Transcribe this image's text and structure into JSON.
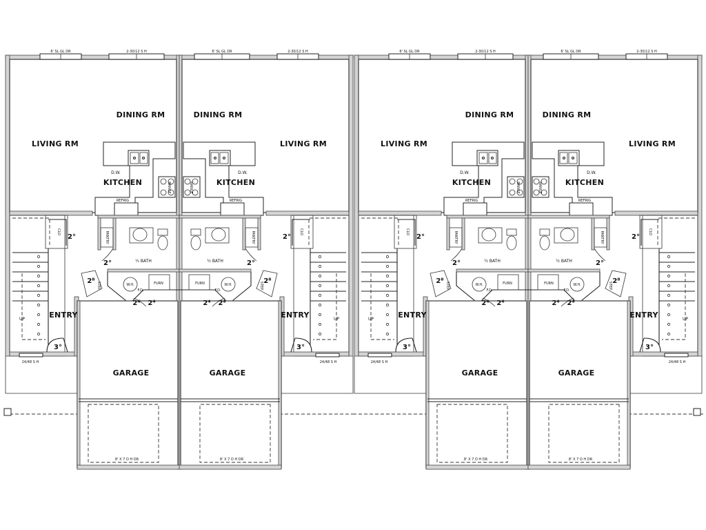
{
  "units": [
    {
      "living": "LIVING RM",
      "dining": "DINING RM",
      "kitchen": "KITCHEN",
      "dw": "D.W.",
      "range": "RANGE",
      "refrig": "REFRIG",
      "pantry": "PANTRY",
      "bath": "½ BATH",
      "entry": "ENTRY",
      "garage": "GARAGE",
      "clo": "CLO",
      "up": "UP",
      "step": "STEP",
      "whh": "W.H.",
      "furn": "FURN",
      "fd": "F.D.",
      "door_3": "3°",
      "door_2a": "2°",
      "door_2b": "2°",
      "door_2c": "2⁴",
      "door_2d": "2⁴",
      "door_2e": "2⁸",
      "door_2f": "2⁸",
      "win_top_a": "6' SL GL DR",
      "win_top_b": "2-30/12 S H",
      "win_front": "24/48 S H",
      "garage_door": "8' X 7 O H DR"
    },
    {
      "living": "LIVING RM",
      "dining": "DINING RM",
      "kitchen": "KITCHEN",
      "dw": "D.W.",
      "range": "RANGE",
      "refrig": "REFRIG",
      "pantry": "PANTRY",
      "bath": "½ BATH",
      "entry": "ENTRY",
      "garage": "GARAGE",
      "clo": "CLO",
      "up": "UP",
      "step": "STEP",
      "whh": "W.H.",
      "furn": "FURN",
      "fd": "F.D.",
      "door_3": "3°",
      "door_2a": "2°",
      "door_2b": "2°",
      "door_2c": "2⁴",
      "door_2d": "2⁴",
      "door_2e": "2⁸",
      "door_2f": "2⁸",
      "win_top_a": "2-30/12 S H",
      "win_top_b": "6' SL GL DR",
      "win_front": "24/48 S H",
      "garage_door": "8' X 7 O H DR"
    },
    {
      "living": "LIVING RM",
      "dining": "DINING RM",
      "kitchen": "KITCHEN",
      "dw": "D.W.",
      "range": "RANGE",
      "refrig": "REFRIG",
      "pantry": "PANTRY",
      "bath": "½ BATH",
      "entry": "ENTRY",
      "garage": "GARAGE",
      "clo": "CLO",
      "up": "UP",
      "step": "STEP",
      "whh": "W.H.",
      "furn": "FURN",
      "fd": "F.D.",
      "door_3": "3°",
      "door_2a": "2°",
      "door_2b": "2°",
      "door_2c": "2⁴",
      "door_2d": "2⁴",
      "door_2e": "2⁸",
      "door_2f": "2⁸",
      "win_top_a": "6' SL GL DR",
      "win_top_b": "2-30/12 S H",
      "win_front": "24/48 S H",
      "garage_door": "8' X 7 O H DR"
    },
    {
      "living": "LIVING RM",
      "dining": "DINING RM",
      "kitchen": "KITCHEN",
      "dw": "D.W.",
      "range": "RANGE",
      "refrig": "REFRIG",
      "pantry": "PANTRY",
      "bath": "½ BATH",
      "entry": "ENTRY",
      "garage": "GARAGE",
      "clo": "CLO",
      "up": "UP",
      "step": "STEP",
      "whh": "W.H.",
      "furn": "FURN",
      "fd": "F.D.",
      "door_3": "3°",
      "door_2a": "2°",
      "door_2b": "2°",
      "door_2c": "2⁴",
      "door_2d": "2⁴",
      "door_2e": "2⁸",
      "door_2f": "2⁸",
      "win_top_a": "2-30/12 S H",
      "win_top_b": "6' SL GL DR",
      "win_front": "24/48 S H",
      "garage_door": "8' X 7 O H DR"
    }
  ]
}
